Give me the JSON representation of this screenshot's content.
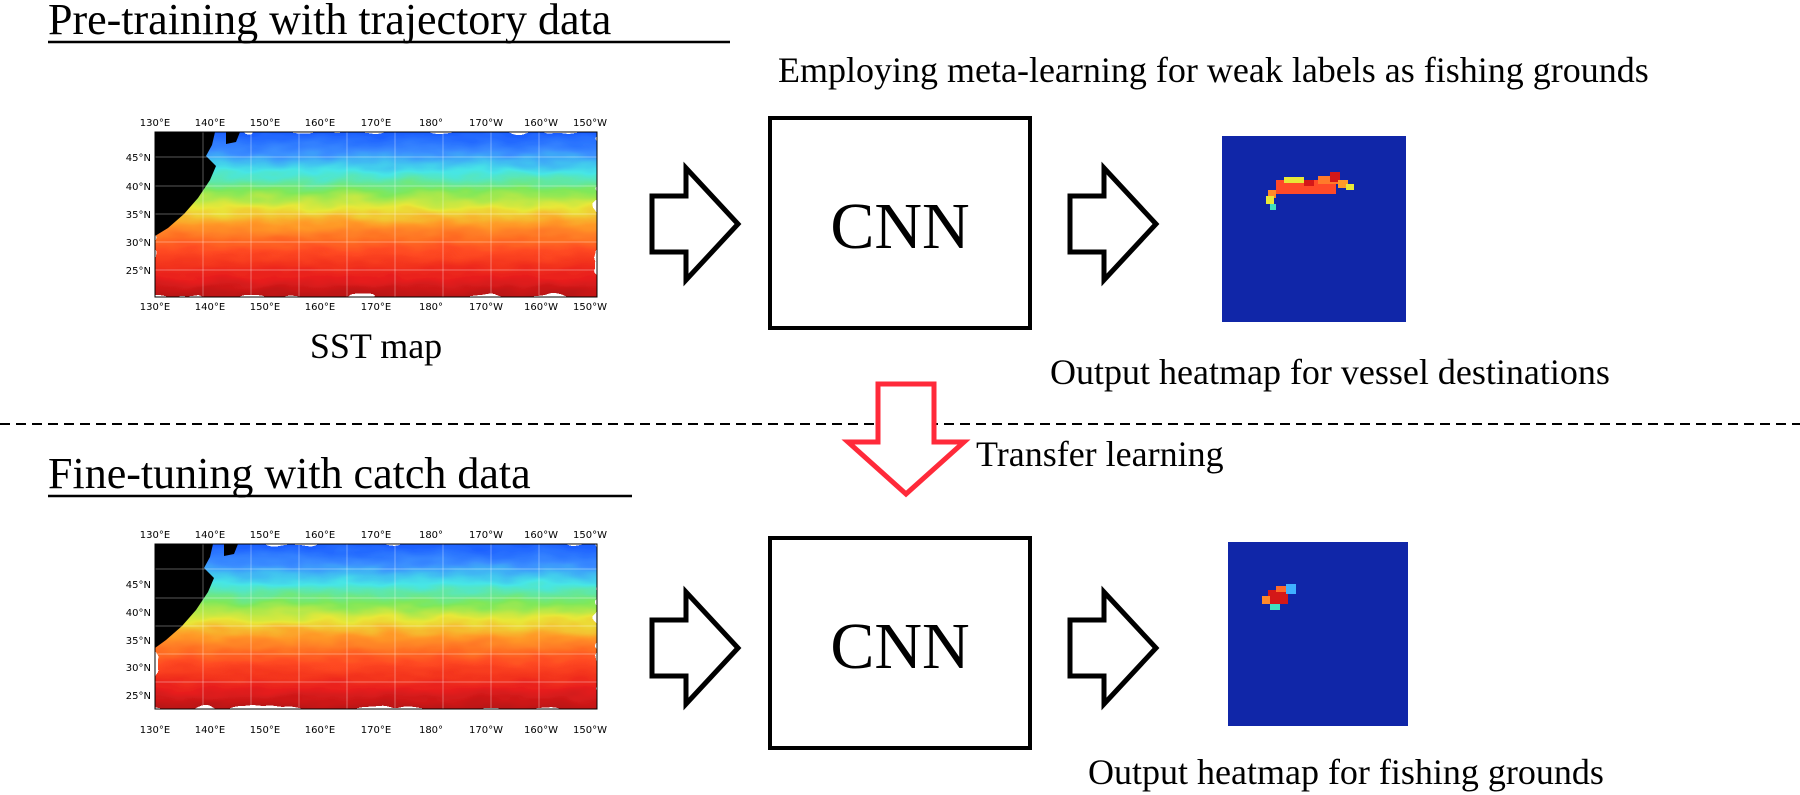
{
  "sections": {
    "pretrain_title": "Pre-training with trajectory data",
    "finetune_title": "Fine-tuning with catch data"
  },
  "labels": {
    "meta_learning": "Employing meta-learning for weak labels as fishing grounds",
    "sst_map": "SST map",
    "cnn_top": "CNN",
    "cnn_bottom": "CNN",
    "output_vessel": "Output heatmap for vessel destinations",
    "transfer": "Transfer learning",
    "output_fishing": "Output heatmap for fishing grounds"
  },
  "map_axes": {
    "lon_ticks": [
      "130°E",
      "140°E",
      "150°E",
      "160°E",
      "170°E",
      "180°",
      "170°W",
      "160°W",
      "150°W"
    ],
    "lat_ticks": [
      "45°N",
      "40°N",
      "35°N",
      "30°N",
      "25°N"
    ]
  },
  "colors": {
    "transfer_arrow": "#ff2a3a",
    "heatmap_bg": "#1026a8",
    "ink": "#000000"
  }
}
